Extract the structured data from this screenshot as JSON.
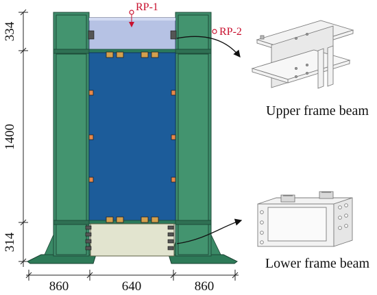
{
  "dimensions": {
    "vertical": [
      "334",
      "1400",
      "314"
    ],
    "horizontal": [
      "860",
      "640",
      "860"
    ]
  },
  "reference_points": {
    "rp1": "RP-1",
    "rp2": "RP-2"
  },
  "callouts": {
    "upper": "Upper frame beam",
    "lower": "Lower frame beam"
  },
  "colors": {
    "column": "#3e8b6a",
    "column_edge": "#1d4b38",
    "panel": "#1c5c9a",
    "upper_beam": "#b6c2e4",
    "lower_beam": "#e2e4cf",
    "reference": "#c8102e"
  }
}
